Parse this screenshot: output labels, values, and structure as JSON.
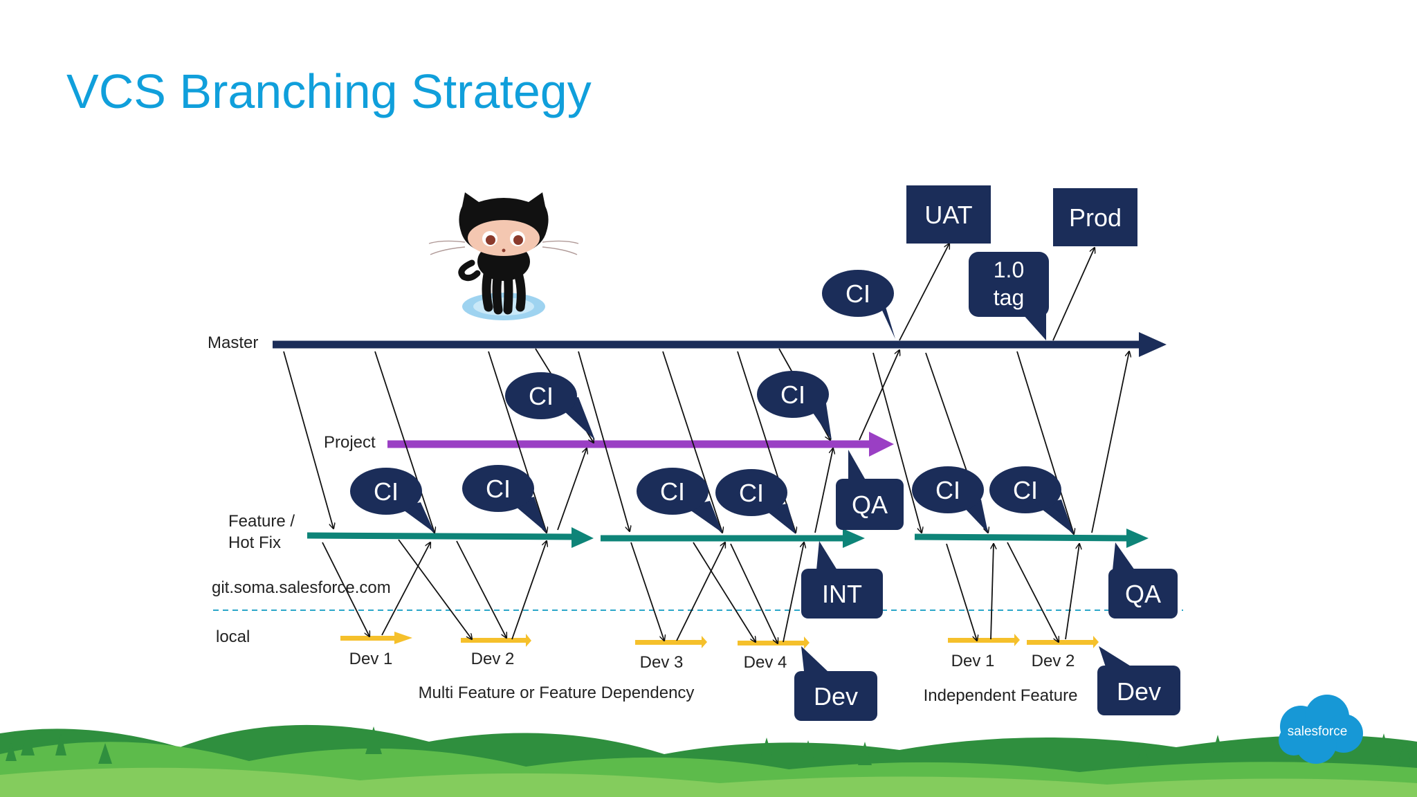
{
  "title": "VCS Branching Strategy",
  "branches": {
    "master": "Master",
    "project": "Project",
    "feature_line1": "Feature /",
    "feature_line2": "Hot Fix",
    "remote": "git.soma.salesforce.com",
    "local": "local"
  },
  "devs": [
    "Dev 1",
    "Dev 2",
    "Dev 3",
    "Dev 4",
    "Dev 1",
    "Dev 2"
  ],
  "captions": {
    "multi": "Multi Feature or Feature Dependency",
    "independent": "Independent Feature"
  },
  "bubbles": {
    "ci": "CI",
    "tag_line1": "1.0",
    "tag_line2": "tag"
  },
  "environments": {
    "uat": "UAT",
    "prod": "Prod",
    "qa": "QA",
    "int": "INT",
    "dev": "Dev"
  },
  "logo": "salesforce",
  "colors": {
    "title": "#109fdb",
    "master": "#1b2d59",
    "project": "#9a3fc4",
    "feature": "#0e8478",
    "local": "#f5c02b",
    "remote_line": "#2aa6c9",
    "navy_box": "#1b2d59",
    "mountains": "#3fa14a",
    "logo": "#1798d6"
  }
}
